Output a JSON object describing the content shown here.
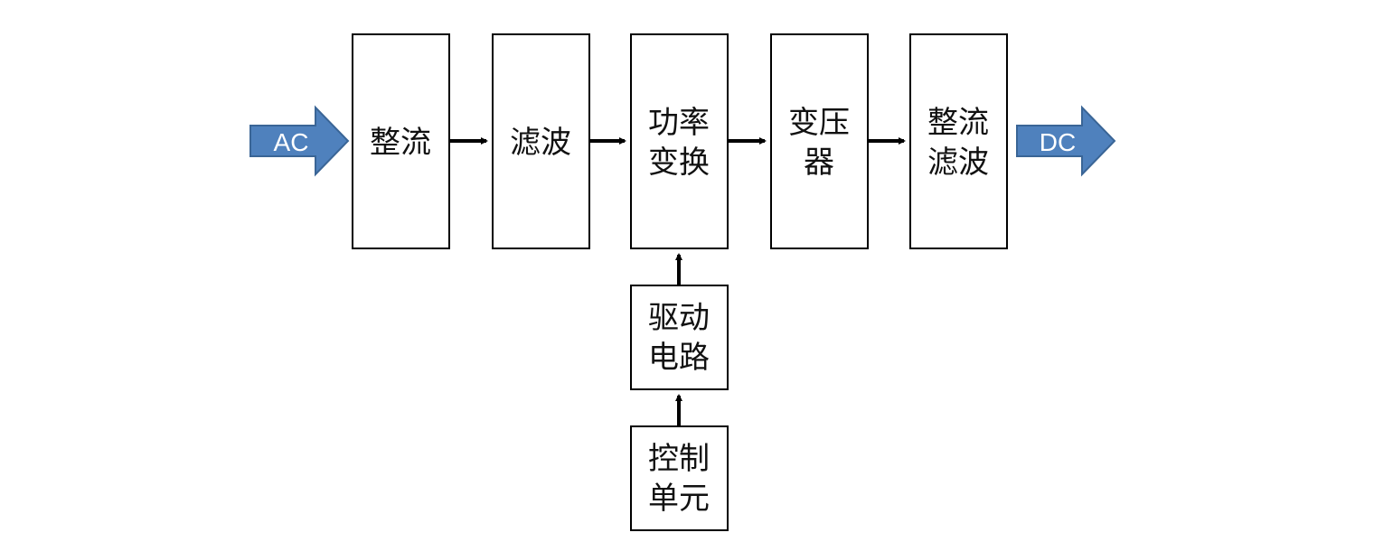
{
  "input_label": "AC",
  "output_label": "DC",
  "blocks": [
    {
      "id": "rectify",
      "lines": [
        "整流"
      ]
    },
    {
      "id": "filter",
      "lines": [
        "滤波"
      ]
    },
    {
      "id": "power_conversion",
      "lines": [
        "功率",
        "变换"
      ]
    },
    {
      "id": "transformer",
      "lines": [
        "变压",
        "器"
      ]
    },
    {
      "id": "rectify_filter",
      "lines": [
        "整流",
        "滤波"
      ]
    },
    {
      "id": "drive_circuit",
      "lines": [
        "驱动",
        "电路"
      ]
    },
    {
      "id": "control_unit",
      "lines": [
        "控制",
        "单元"
      ]
    }
  ],
  "colors": {
    "io_arrow_fill": "#4f81bd",
    "io_arrow_stroke": "#3a6596",
    "connector": "#000000"
  }
}
